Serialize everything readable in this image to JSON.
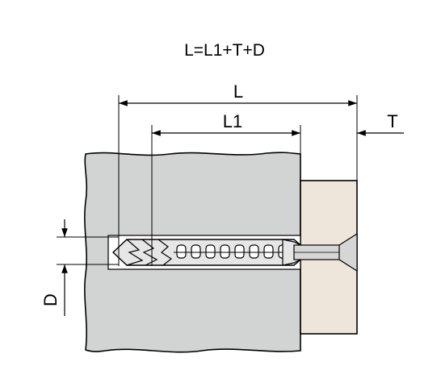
{
  "formula": "L=L1+T+D",
  "labels": {
    "total_length": "L",
    "anchor_length": "L1",
    "fixture_thickness": "T",
    "diameter": "D"
  },
  "colors": {
    "wall": "#d2d3d3",
    "fixture": "#eee6da",
    "anchor": "#e6e6e6",
    "screw": "#d6d6d6",
    "line": "#000000"
  }
}
